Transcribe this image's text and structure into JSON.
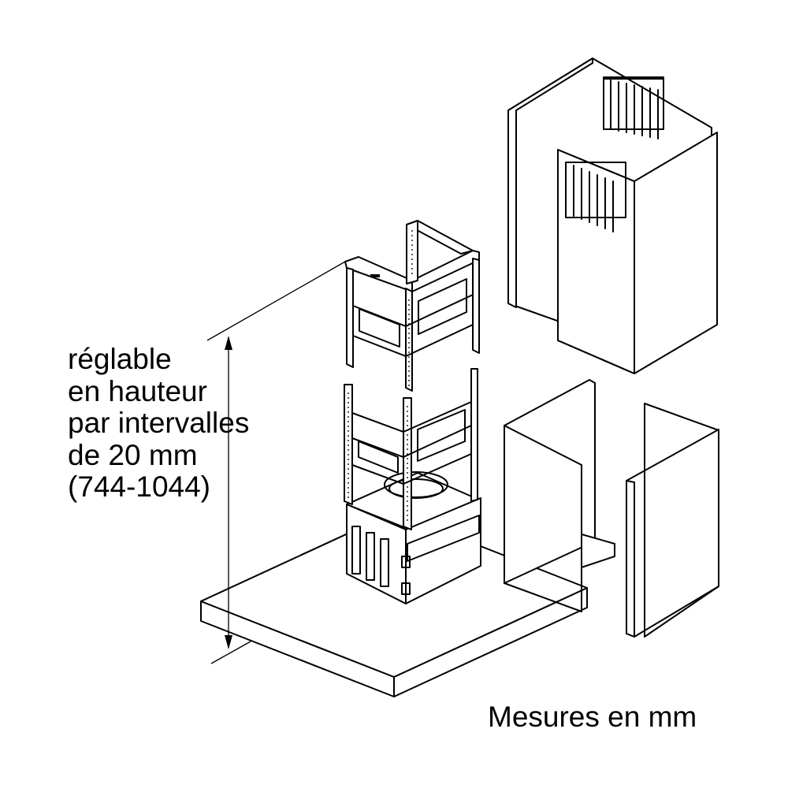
{
  "adjustment_label": {
    "lines": [
      "réglable",
      "en hauteur",
      "par intervalles",
      "de 20 mm",
      "(744-1044)"
    ]
  },
  "units_note": "Mesures en mm"
}
